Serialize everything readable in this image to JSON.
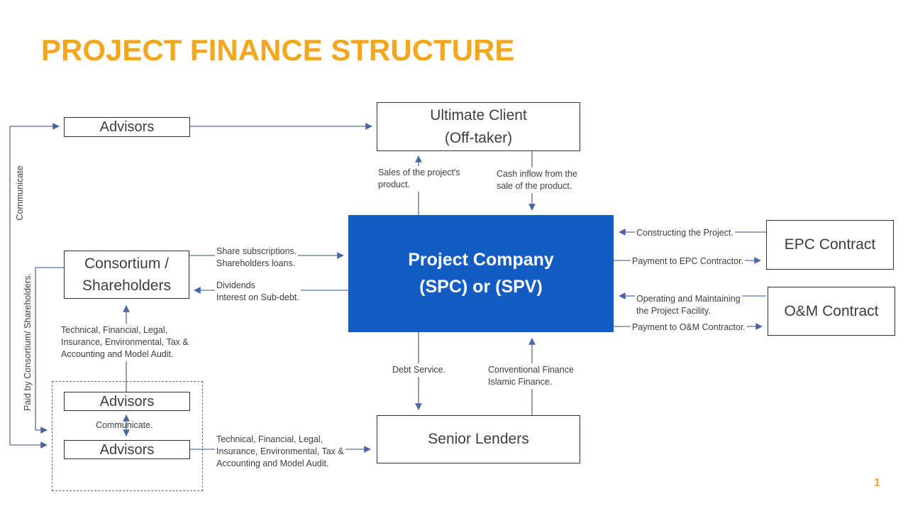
{
  "slide": {
    "title": "PROJECT FINANCE STRUCTURE",
    "page_number": "1"
  },
  "colors": {
    "accent_orange": "#F2A71E",
    "box_blue": "#125CC4",
    "connector": "#54719F",
    "arrowhead": "#4A66A8",
    "box_border": "#2F2F2F",
    "label_text": "#3F3F3F"
  },
  "nodes": {
    "advisors_top": {
      "label": "Advisors"
    },
    "ultimate_client": {
      "label": "Ultimate Client\n(Off-taker)"
    },
    "consortium": {
      "label": "Consortium /\nShareholders"
    },
    "project_company": {
      "label": "Project Company\n(SPC) or (SPV)"
    },
    "epc_contract": {
      "label": "EPC Contract"
    },
    "om_contract": {
      "label": "O&M Contract"
    },
    "senior_lenders": {
      "label": "Senior Lenders"
    },
    "advisors_mid": {
      "label": "Advisors"
    },
    "advisors_bottom": {
      "label": "Advisors"
    }
  },
  "flows": {
    "sales": {
      "label": "Sales of the project's\nproduct."
    },
    "cash_inflow": {
      "label": "Cash inflow from the\nsale of the product."
    },
    "share_subscriptions": {
      "label": "Share subscriptions.\nShareholders loans."
    },
    "dividends": {
      "label": "Dividends\nInterest on Sub-debt."
    },
    "constructing": {
      "label": "Constructing the Project."
    },
    "payment_epc": {
      "label": "Payment to EPC Contractor."
    },
    "operating": {
      "label": "Operating and Maintaining\nthe Project Facility."
    },
    "payment_om": {
      "label": "Payment to O&M Contractor."
    },
    "debt_service": {
      "label": "Debt Service."
    },
    "finance": {
      "label": "Conventional Finance\nIslamic Finance."
    },
    "tech_audit_consortium": {
      "label": "Technical, Financial, Legal,\nInsurance, Environmental, Tax &\nAccounting and Model Audit."
    },
    "tech_audit_lenders": {
      "label": "Technical, Financial, Legal,\nInsurance, Environmental, Tax &\nAccounting and Model Audit."
    },
    "communicate_advisors": {
      "label": "Communicate."
    },
    "communicate_vertical": {
      "label": "Communicate"
    },
    "paid_by_vertical": {
      "label": "Paid by Consortium/ Shareholders."
    }
  }
}
